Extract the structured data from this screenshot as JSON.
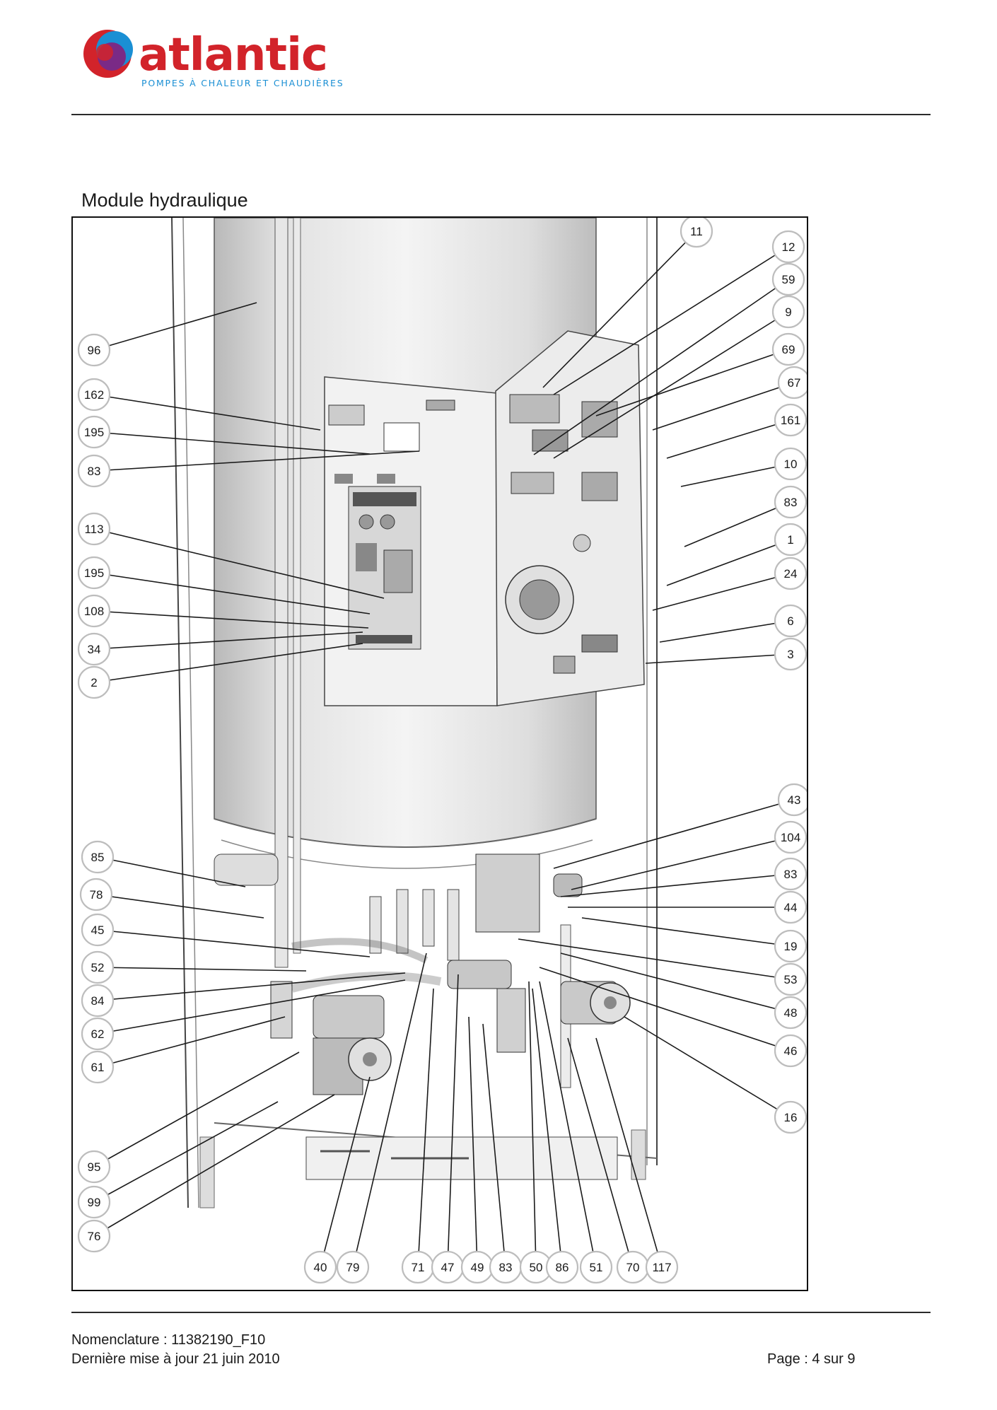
{
  "brand": {
    "name": "atlantic",
    "tagline": "POMPES À CHALEUR ET CHAUDIÈRES",
    "colors": {
      "red": "#d2232a",
      "blue": "#1a8fd4",
      "purple": "#7a2a86"
    },
    "logo_icon": "atlantic-swirl-logo"
  },
  "section": {
    "title": "Module hydraulique"
  },
  "figure": {
    "left_labels": [
      "96",
      "162",
      "195",
      "83",
      "113",
      "195",
      "108",
      "34",
      "2",
      "85",
      "78",
      "45",
      "52",
      "84",
      "62",
      "61",
      "95",
      "99",
      "76"
    ],
    "right_labels": [
      "11",
      "12",
      "59",
      "9",
      "69",
      "67",
      "161",
      "10",
      "83",
      "1",
      "24",
      "6",
      "3",
      "43",
      "104",
      "83",
      "44",
      "19",
      "53",
      "48",
      "46",
      "16"
    ],
    "bottom_labels": [
      "40",
      "79",
      "71",
      "47",
      "49",
      "83",
      "50",
      "86",
      "51",
      "70",
      "117"
    ]
  },
  "footer": {
    "nomenclature": "Nomenclature : 11382190_F10",
    "updated": "Dernière mise à jour 21 juin 2010",
    "page": "Page : 4 sur 9"
  }
}
